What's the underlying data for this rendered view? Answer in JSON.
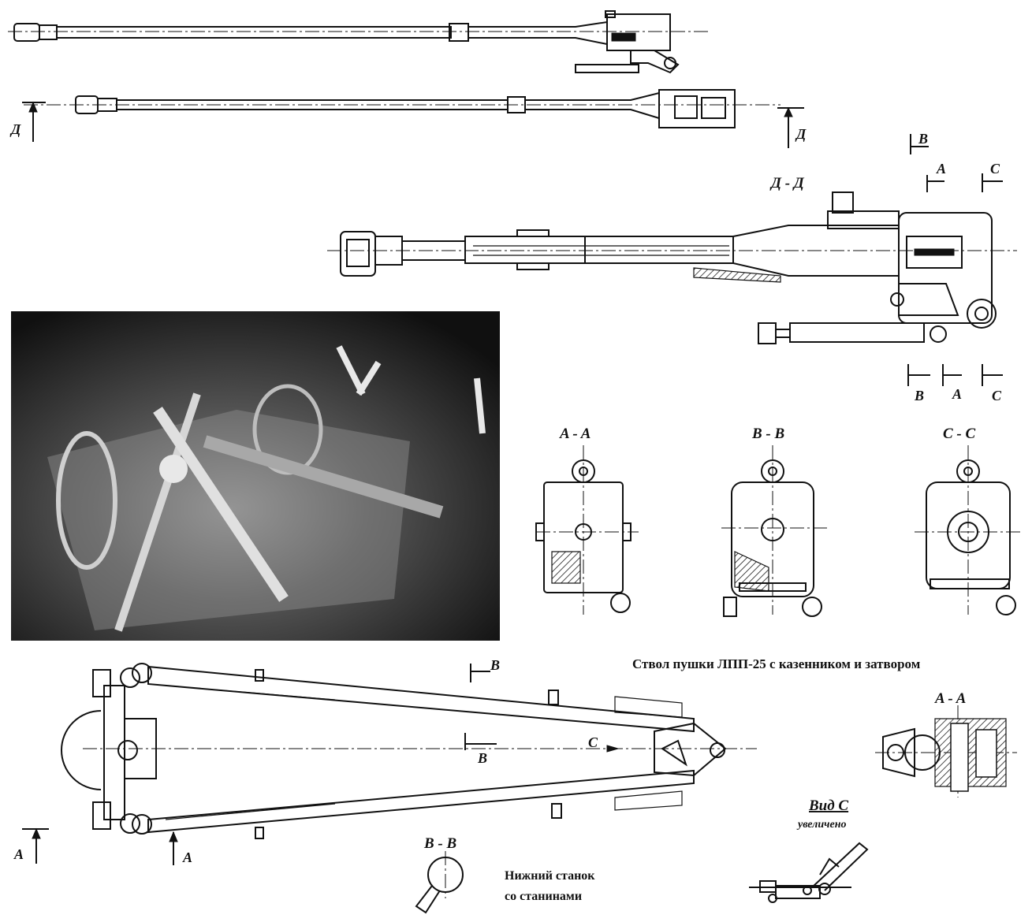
{
  "title": "Ствол пушки  ЛПП-25 с казенником и затвором",
  "views": {
    "top_section_left": "Д",
    "top_section_right": "Д",
    "section_dd": "Д - Д",
    "mark_b_top": "B",
    "mark_a_top": "A",
    "mark_c_top": "C",
    "mark_b_bot": "B",
    "mark_a_bot": "A",
    "mark_c_bot": "C"
  },
  "cross_sections": [
    {
      "label": "A - A"
    },
    {
      "label": "B - B"
    },
    {
      "label": "C - C"
    }
  ],
  "carriage": {
    "caption_line1": "Нижний станок",
    "caption_line2": "со станинами",
    "mark_b_top": "B",
    "mark_b_bot": "B",
    "mark_c": "C",
    "mark_a_left": "A",
    "mark_a_right": "A",
    "section_bb": "B - B",
    "section_aa": "A - A",
    "view_c": "Вид С",
    "view_c_note": "увеличено"
  },
  "photo": {
    "description_hidden": ""
  }
}
